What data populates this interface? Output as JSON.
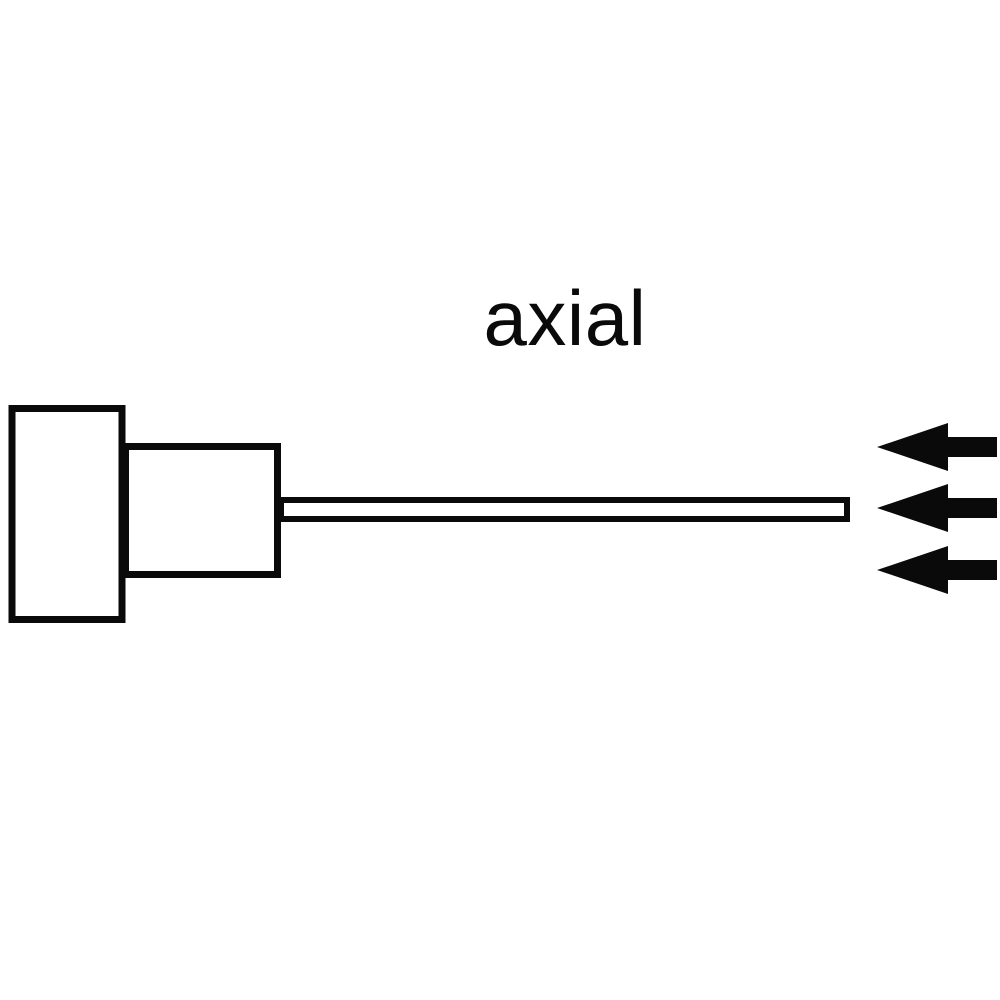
{
  "diagram": {
    "title": "axial",
    "background_color": "#ffffff",
    "ink_color": "#0a0a0a",
    "arrows": {
      "icon": "left-arrow-icon",
      "direction": "left",
      "count": 3
    }
  }
}
